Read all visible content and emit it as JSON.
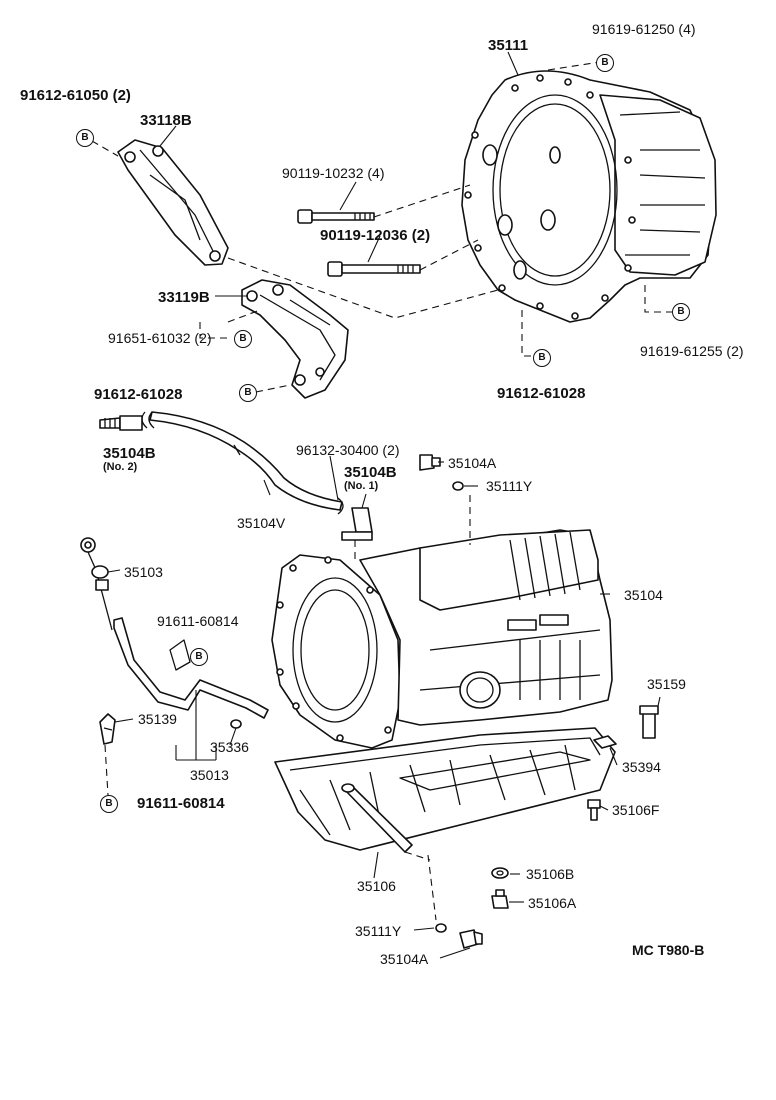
{
  "diagram": {
    "code": "MC  T980-B",
    "labels": {
      "p35111": "35111",
      "p91619_61250": "91619-61250 (4)",
      "p91612_61050": "91612-61050 (2)",
      "p33118B": "33118B",
      "p90119_10232": "90119-10232 (4)",
      "p90119_12036": "90119-12036 (2)",
      "p33119B": "33119B",
      "p91651_61032": "91651-61032 (2)",
      "p91619_61255": "91619-61255 (2)",
      "p91612_61028a": "91612-61028",
      "p91612_61028b": "91612-61028",
      "p35104B_no2": "35104B",
      "p35104B_no2_sub": "(No. 2)",
      "p96132_30400": "96132-30400 (2)",
      "p35104A_top": "35104A",
      "p35104B_no1": "35104B",
      "p35104B_no1_sub": "(No. 1)",
      "p35111Y_top": "35111Y",
      "p35104V": "35104V",
      "p35103": "35103",
      "p35104": "35104",
      "p91611_60814a": "91611-60814",
      "p35159": "35159",
      "p35139": "35139",
      "p35336": "35336",
      "p35013": "35013",
      "p35394": "35394",
      "p91611_60814b": "91611-60814",
      "p35106F": "35106F",
      "p35106B": "35106B",
      "p35106": "35106",
      "p35106A": "35106A",
      "p35111Y_bot": "35111Y",
      "p35104A_bot": "35104A"
    },
    "b_marker": "B"
  }
}
